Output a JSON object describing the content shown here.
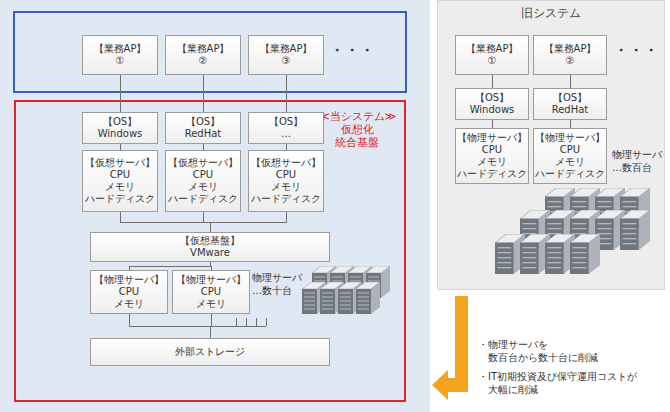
{
  "diagram": {
    "nodes": [
      {
        "text": [
          "【業務AP】",
          "①"
        ]
      },
      {
        "text": [
          "【業務AP】",
          "②"
        ]
      },
      {
        "text": [
          "【業務AP】",
          "③"
        ]
      },
      {
        "text": [
          "≪当システム≫",
          "仮想化 統合基盤"
        ]
      },
      {
        "text": [
          "【OS】",
          "Windows"
        ],
        "in": 3
      },
      {
        "text": [
          "【OS】",
          "RedHat"
        ],
        "in": 3
      },
      {
        "text": [
          "【OS】",
          "…"
        ],
        "in": 3
      },
      {
        "text": [
          "【仮想サーバ】",
          "CPU",
          "メモリ",
          "ハードディスク"
        ],
        "in": 3
      },
      {
        "text": [
          "【仮想サーバ】",
          "CPU",
          "メモリ",
          "ハードディスク"
        ],
        "in": 3
      },
      {
        "text": [
          "【仮想サーバ】",
          "CPU",
          "メモリ",
          "ハードディスク"
        ],
        "in": 3
      },
      {
        "text": [
          "【仮想基盤】",
          "VMware"
        ],
        "in": 3
      },
      {
        "text": [
          "【物理サーバ】",
          "CPU",
          "メモリ"
        ],
        "in": 3
      },
      {
        "text": [
          "【物理サーバ】",
          "CPU",
          "メモリ"
        ],
        "in": 3
      },
      {
        "text": [
          "外部ストレージ"
        ],
        "in": 3
      },
      {
        "text": [
          "旧システム"
        ]
      },
      {
        "text": [
          "【業務AP】",
          "①"
        ],
        "in": 14
      },
      {
        "text": [
          "【業務AP】",
          "②"
        ],
        "in": 14
      },
      {
        "text": [
          "【OS】",
          "Windows"
        ],
        "in": 14
      },
      {
        "text": [
          "【OS】",
          "RedHat"
        ],
        "in": 14
      },
      {
        "text": [
          "【物理サーバ】",
          "CPU",
          "メモリ",
          "ハードディスク"
        ],
        "in": 14
      },
      {
        "text": [
          "【物理サーバ】",
          "CPU",
          "メモリ",
          "ハードディスク"
        ],
        "in": 14
      }
    ],
    "edges": [
      {
        "from": 0,
        "to": 4,
        "arrow": "none"
      },
      {
        "from": 1,
        "to": 5,
        "arrow": "none"
      },
      {
        "from": 2,
        "to": 6,
        "arrow": "none"
      },
      {
        "from": 4,
        "to": 7,
        "arrow": "none"
      },
      {
        "from": 5,
        "to": 8,
        "arrow": "none"
      },
      {
        "from": 6,
        "to": 9,
        "arrow": "none"
      },
      {
        "from": 7,
        "to": 10,
        "arrow": "none"
      },
      {
        "from": 8,
        "to": 10,
        "arrow": "none"
      },
      {
        "from": 9,
        "to": 10,
        "arrow": "none"
      },
      {
        "from": 10,
        "to": 11,
        "arrow": "none"
      },
      {
        "from": 10,
        "to": 12,
        "arrow": "none"
      },
      {
        "from": 11,
        "to": 13,
        "arrow": "none"
      },
      {
        "from": 12,
        "to": 13,
        "arrow": "none"
      },
      {
        "from": 15,
        "to": 17,
        "arrow": "none"
      },
      {
        "from": 16,
        "to": 18,
        "arrow": "none"
      },
      {
        "from": 17,
        "to": 19,
        "arrow": "none"
      },
      {
        "from": 18,
        "to": 20,
        "arrow": "none"
      }
    ],
    "labels": [
      "・・・",
      "物理サーバ …数十台",
      "・・・",
      "物理サーバ …数百台",
      "・物理サーバを 数百台から数十台に削減",
      "・IT初期投資及び保守運用コストが 大幅に削減"
    ]
  }
}
